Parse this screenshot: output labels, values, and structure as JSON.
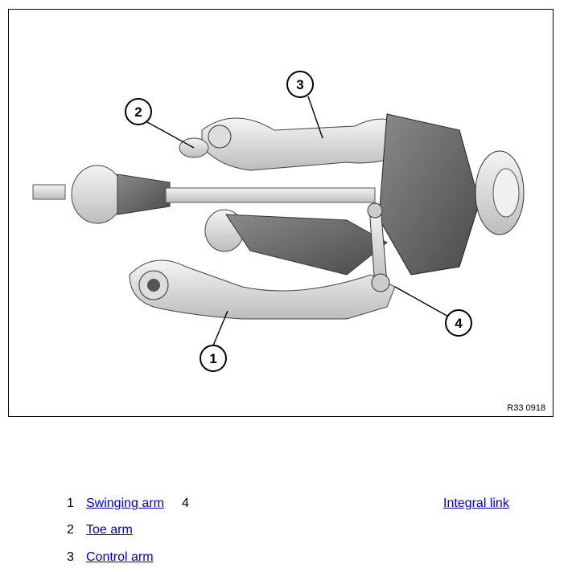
{
  "figure": {
    "reference": "R33 0918",
    "callouts": [
      "1",
      "2",
      "3",
      "4"
    ]
  },
  "legend": [
    {
      "number": "1",
      "label": "Swinging arm"
    },
    {
      "number": "2",
      "label": "Toe arm"
    },
    {
      "number": "3",
      "label": "Control arm"
    },
    {
      "number": "4",
      "label": "Integral link"
    }
  ],
  "colors": {
    "link": "#0000cc",
    "frame": "#000000"
  }
}
